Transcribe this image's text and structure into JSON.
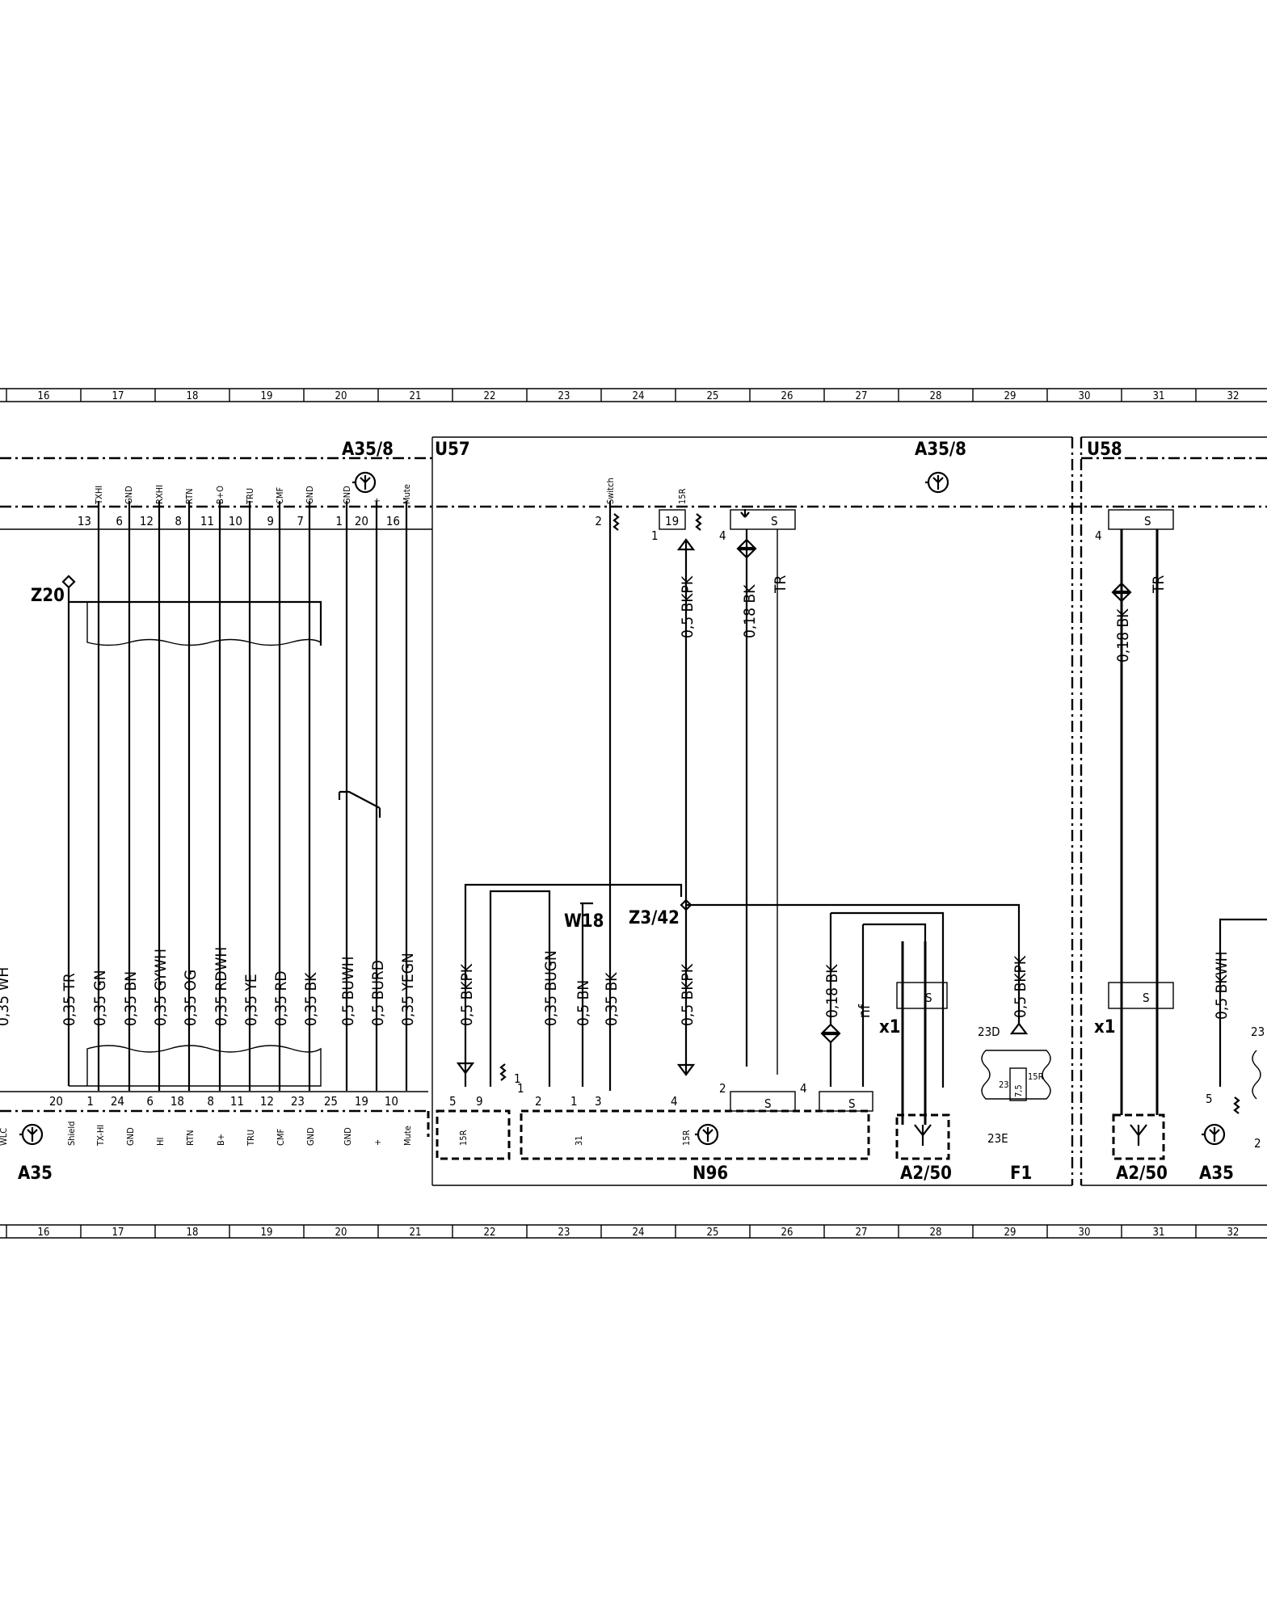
{
  "grid_columns": [
    "16",
    "17",
    "18",
    "19",
    "20",
    "21",
    "22",
    "23",
    "24",
    "25",
    "26",
    "27",
    "28",
    "29",
    "30",
    "31",
    "32"
  ],
  "components": {
    "a35_8_left": "A35/8",
    "a35_8_right": "A35/8",
    "u57": "U57",
    "u58": "U58",
    "z20": "Z20",
    "w18": "W18",
    "z3_42": "Z3/42",
    "a35_bottom_left": "A35",
    "n96": "N96",
    "a2_50_left": "A2/50",
    "f1": "F1",
    "a2_50_right": "A2/50",
    "a35_bottom_right": "A35",
    "x1_left": "x1",
    "x1_right": "x1",
    "c23d": "23D",
    "c23e": "23E",
    "c23_partial": "23",
    "c23_inside": "23",
    "c75": "7,5",
    "c15r": "15R"
  },
  "top_pins": [
    {
      "num": "13",
      "name": "TXHI"
    },
    {
      "num": "6",
      "name": "GND"
    },
    {
      "num": "12",
      "name": "RXHI"
    },
    {
      "num": "8",
      "name": "RTN"
    },
    {
      "num": "11",
      "name": "B+O"
    },
    {
      "num": "10",
      "name": "TRU"
    },
    {
      "num": "9",
      "name": "CMF"
    },
    {
      "num": "7",
      "name": "GND"
    },
    {
      "num": "1",
      "name": "GND"
    },
    {
      "num": "20",
      "name": "+"
    },
    {
      "num": "16",
      "name": "Mute"
    }
  ],
  "switch_pin": {
    "num": "2",
    "name": "Switch"
  },
  "pin_15r": {
    "num": "19",
    "name": "15R"
  },
  "conn_labels": {
    "one": "1",
    "four_a": "4",
    "four_b": "4",
    "s": "S",
    "two": "2",
    "four_c": "4"
  },
  "wire_labels_left": [
    "0,35 TR",
    "0,35 GN",
    "0,35 BN",
    "0,35 GYWH",
    "0,35 OG",
    "0,35 RDWH",
    "0,35 YE",
    "0,35 RD",
    "0,35 BK",
    "0,5 BUWH",
    "0,5 BURD",
    "0,35 YEGN"
  ],
  "wire_labels_mid": [
    "0,5 BKPK",
    "0,35 BUGN",
    "0,5 BN",
    "0,35 BK",
    "0,5 BKPK"
  ],
  "wire_labels_upper": [
    "0,5 BKPK",
    "0,18 BK",
    "TR"
  ],
  "wire_labels_right": [
    "0,18 BK",
    "nf",
    "0,5 BKPK"
  ],
  "wire_labels_u58": [
    "0,18 BK",
    "TR",
    "0,5 BKWH"
  ],
  "partial_left_label": "0,35 WH",
  "bottom_pins_a35": [
    {
      "num": "20",
      "name": "Shield"
    },
    {
      "num": "1",
      "name": "TX-HI"
    },
    {
      "num": "24",
      "name": "GND"
    },
    {
      "num": "6",
      "name": "HI"
    },
    {
      "num": "18",
      "name": "RTN"
    },
    {
      "num": "8",
      "name": "B+"
    },
    {
      "num": "11",
      "name": "TRU"
    },
    {
      "num": "12",
      "name": "CMF"
    },
    {
      "num": "23",
      "name": "GND"
    },
    {
      "num": "25",
      "name": "GND"
    },
    {
      "num": "19",
      "name": "+"
    },
    {
      "num": "10",
      "name": "Mute"
    }
  ],
  "partial_bottom_left": "WLC",
  "bottom_pins_15r": [
    {
      "num": "5",
      "name": "15R"
    },
    {
      "num": "9",
      "name": ""
    }
  ],
  "bottom_pins_n96": [
    {
      "num": "2",
      "name": ""
    },
    {
      "num": "1",
      "name": "31"
    },
    {
      "num": "3",
      "name": ""
    },
    {
      "num": "4",
      "name": "15R"
    }
  ],
  "bottom_conn_labels": {
    "one_a": "1",
    "one_b": "1",
    "two": "2",
    "four": "4",
    "five": "5",
    "s_a": "S",
    "s_b": "S",
    "s_c": "S",
    "s_d": "S",
    "partial_2": "2"
  }
}
